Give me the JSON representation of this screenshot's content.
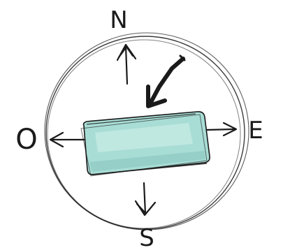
{
  "compass": {
    "north": "N",
    "south": "S",
    "east": "E",
    "west": "O"
  },
  "colors": {
    "ink": "#1a1a1a",
    "box_fill": "#a8ddd5",
    "box_highlight": "#c9ece6",
    "box_shadow": "#7fbfb6"
  }
}
